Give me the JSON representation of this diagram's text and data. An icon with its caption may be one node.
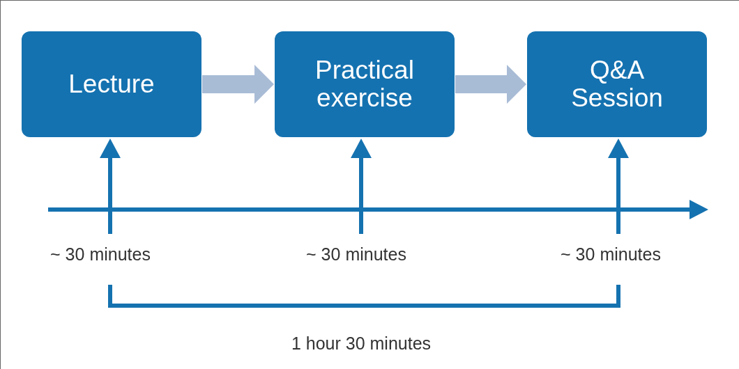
{
  "diagram": {
    "nodes": [
      {
        "text": [
          "Lecture"
        ]
      },
      {
        "text": [
          "Practical exercise"
        ]
      },
      {
        "text": [
          "Q&A Session"
        ]
      }
    ],
    "edges": [
      {
        "from": 0,
        "to": 1,
        "arrow": "to",
        "style": "thick",
        "color": "#a9bcd6"
      },
      {
        "from": 1,
        "to": 2,
        "arrow": "to",
        "style": "thick",
        "color": "#a9bcd6"
      },
      {
        "from": null,
        "to": 0,
        "arrow": "to"
      },
      {
        "from": null,
        "to": 1,
        "arrow": "to"
      },
      {
        "from": null,
        "to": 2,
        "arrow": "to"
      }
    ],
    "labels": [
      "~ 30 minutes",
      "~ 30 minutes",
      "~ 30 minutes",
      "1 hour 30 minutes"
    ]
  }
}
